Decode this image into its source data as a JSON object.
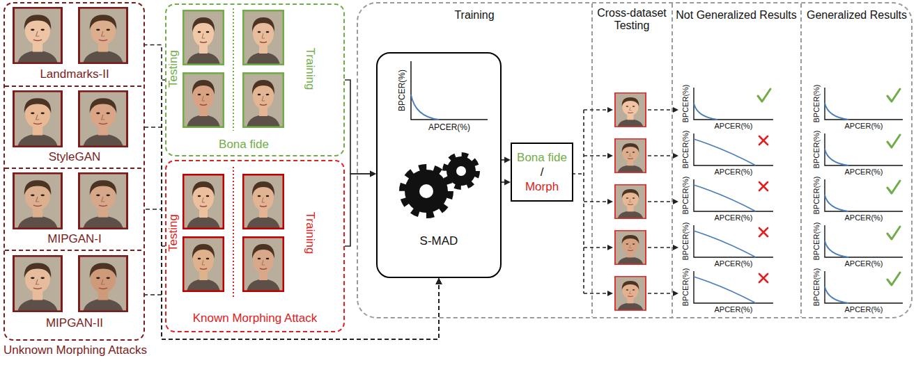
{
  "diagram": {
    "nodes": [
      {
        "text": [
          "Unknown Morphing Attacks"
        ]
      },
      {
        "text": [
          "Landmarks-II"
        ],
        "in": 0
      },
      {
        "text": [
          "StyleGAN"
        ],
        "in": 0
      },
      {
        "text": [
          "MIPGAN-I"
        ],
        "in": 0
      },
      {
        "text": [
          "MIPGAN-II"
        ],
        "in": 0
      },
      {
        "text": [
          "Testing",
          "Training",
          "Bona fide"
        ]
      },
      {
        "text": [
          "Testing",
          "Training",
          "Known Morphing Attack"
        ]
      },
      {
        "text": [
          "Training",
          "Cross-dataset Testing",
          "Not Generalized Results",
          "Generalized Results"
        ]
      },
      {
        "text": [
          "BPCER(%)",
          "APCER(%)",
          "S-MAD"
        ],
        "in": 7
      },
      {
        "text": [
          "Bona fide",
          "/",
          "Morph"
        ],
        "in": 7
      }
    ],
    "edges": [
      {
        "from": 1,
        "to": 8,
        "arrow": "to"
      },
      {
        "from": 2,
        "to": 8,
        "arrow": "to"
      },
      {
        "from": 3,
        "to": 8,
        "arrow": "to"
      },
      {
        "from": 4,
        "to": 8,
        "arrow": "to"
      },
      {
        "from": 5,
        "to": 8,
        "arrow": "to"
      },
      {
        "from": 6,
        "to": 8,
        "arrow": "to"
      },
      {
        "from": 5,
        "to": 8,
        "arrow": "to"
      },
      {
        "from": 6,
        "to": 8,
        "arrow": "to"
      },
      {
        "from": 8,
        "to": 9,
        "arrow": "to"
      },
      {
        "from": 8,
        "to": 9,
        "arrow": "to"
      }
    ],
    "labels": [
      "BPCER(%)",
      "APCER(%)",
      "BPCER(%)",
      "APCER(%)",
      "BPCER(%)",
      "APCER(%)",
      "BPCER(%)",
      "APCER(%)",
      "BPCER(%)",
      "APCER(%)",
      "BPCER(%)",
      "APCER(%)",
      "BPCER(%)",
      "APCER(%)",
      "BPCER(%)",
      "APCER(%)",
      "BPCER(%)",
      "APCER(%)",
      "BPCER(%)",
      "APCER(%)"
    ]
  }
}
